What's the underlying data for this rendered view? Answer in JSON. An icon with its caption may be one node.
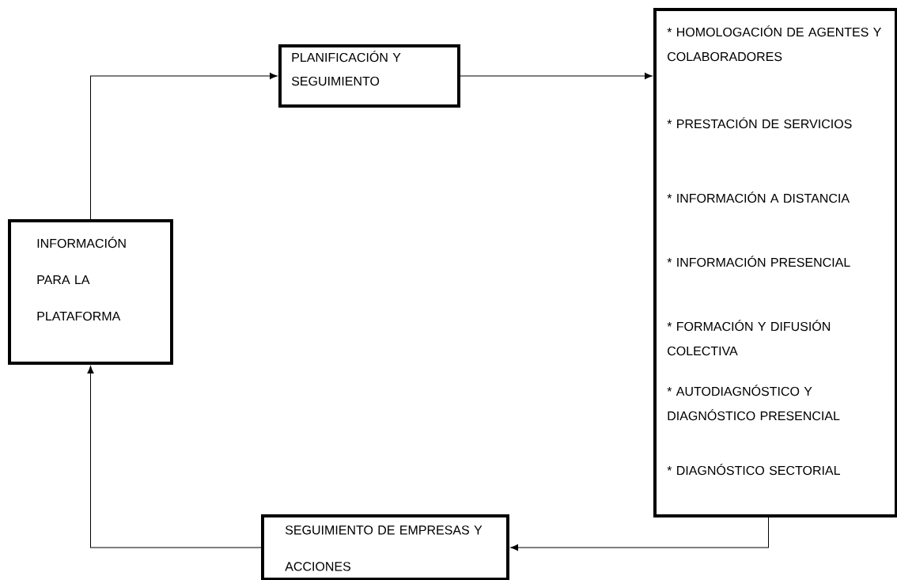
{
  "diagram": {
    "nodes": [
      {
        "text": [
          "INFORMACIÓN PARA LA PLATAFORMA"
        ]
      },
      {
        "text": [
          "PLANIFICACIÓN Y SEGUIMIENTO"
        ]
      },
      {
        "text": [
          "* HOMOLOGACIÓN DE AGENTES Y COLABORADORES",
          "* PRESTACIÓN DE SERVICIOS",
          "* INFORMACIÓN A DISTANCIA",
          "* INFORMACIÓN PRESENCIAL",
          "* FORMACIÓN Y DIFUSIÓN COLECTIVA",
          "* AUTODIAGNÓSTICO Y DIAGNÓSTICO PRESENCIAL",
          "* DIAGNÓSTICO SECTORIAL"
        ]
      },
      {
        "text": [
          "SEGUIMIENTO DE EMPRESAS Y ACCIONES"
        ]
      }
    ],
    "edges": [
      {
        "from": 0,
        "to": 1,
        "arrow": "to"
      },
      {
        "from": 1,
        "to": 2,
        "arrow": "to"
      },
      {
        "from": 2,
        "to": 3,
        "arrow": "to"
      },
      {
        "from": 3,
        "to": 0,
        "arrow": "to"
      }
    ]
  }
}
